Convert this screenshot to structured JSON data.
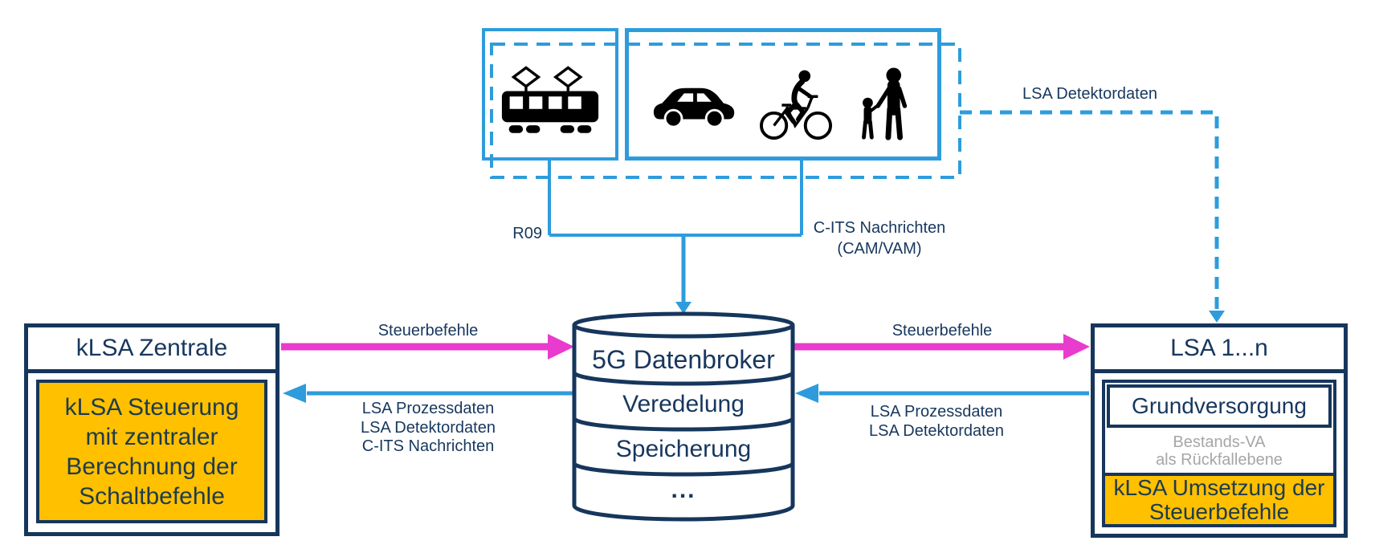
{
  "colors": {
    "blue": "#2E9CDC",
    "navy": "#16365C",
    "text_navy": "#17375E",
    "magenta": "#E93BCD",
    "orange": "#FFC000",
    "gray_text": "#A6A6A6"
  },
  "top_group": {
    "tram_box_icon": "tram-icon",
    "road_users_icons": [
      "car-icon",
      "cyclist-icon",
      "pedestrians-icon"
    ]
  },
  "connector_labels": {
    "lsa_detektordaten": "LSA Detektordaten",
    "r09": "R09",
    "cits_line1": "C-ITS Nachrichten",
    "cits_line2": "(CAM/VAM)"
  },
  "flow_labels": {
    "left_to_broker": "Steuerbefehle",
    "broker_to_left_lines": [
      "LSA Prozessdaten",
      "LSA Detektordaten",
      "C-ITS Nachrichten"
    ],
    "broker_to_right": "Steuerbefehle",
    "right_to_broker_lines": [
      "LSA Prozessdaten",
      "LSA Detektordaten"
    ]
  },
  "broker": {
    "title": "5G Datenbroker",
    "rows": [
      "Veredelung",
      "Speicherung",
      "..."
    ]
  },
  "klsa_zentrale": {
    "title": "kLSA Zentrale",
    "body_lines": [
      "kLSA Steuerung",
      "mit zentraler",
      "Berechnung der",
      "Schaltbefehle"
    ]
  },
  "lsa_box": {
    "title": "LSA 1...n",
    "grundversorgung": "Grundversorgung",
    "bestands_lines": [
      "Bestands-VA",
      "als Rückfallebene"
    ],
    "umsetzung_lines": [
      "kLSA Umsetzung der",
      "Steuerbefehle"
    ]
  }
}
